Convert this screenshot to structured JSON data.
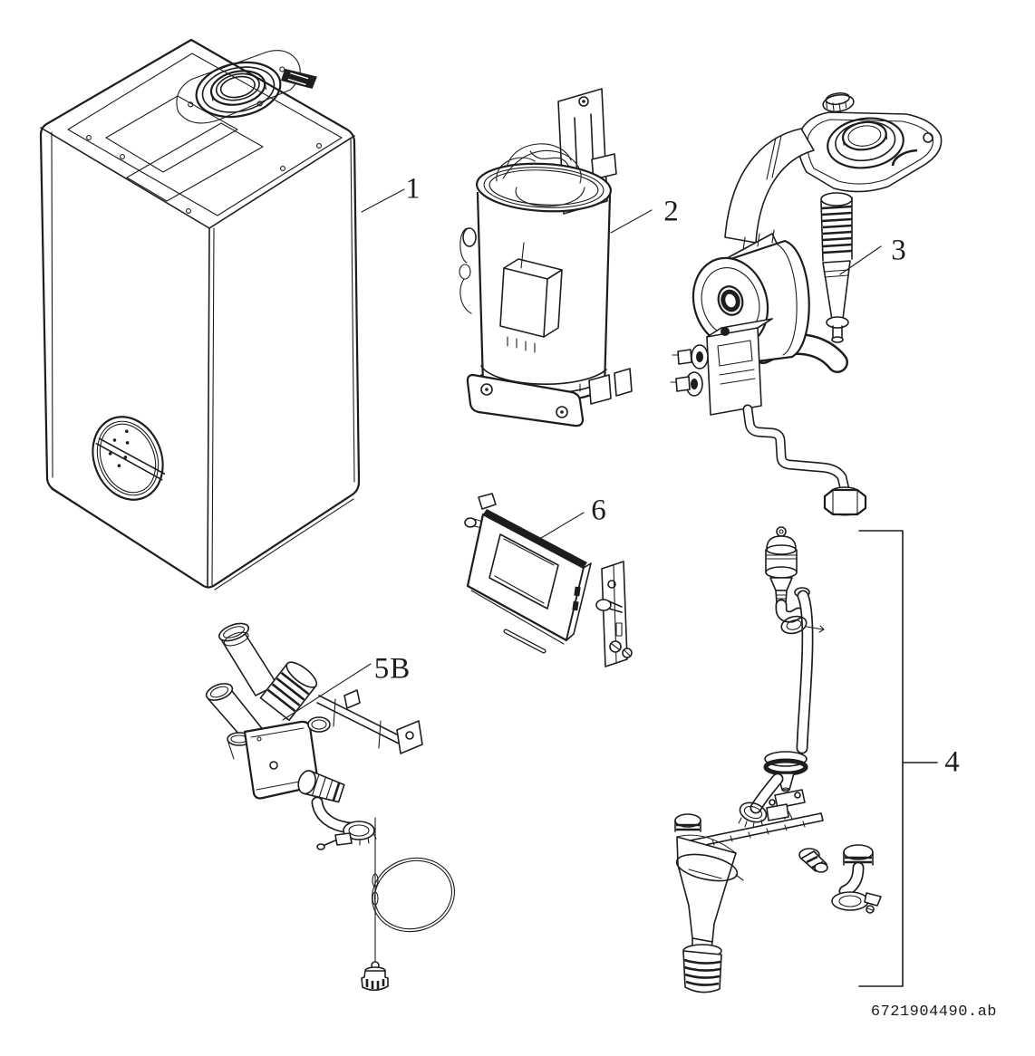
{
  "page": {
    "background": "#ffffff",
    "line_color": "#1d1d1b"
  },
  "diagram": {
    "items": [
      {
        "label": "1"
      },
      {
        "label": "2"
      },
      {
        "label": "3"
      },
      {
        "label": "4"
      },
      {
        "label": "5B"
      },
      {
        "label": "6"
      }
    ],
    "doc_ref": "6721904490.ab"
  }
}
